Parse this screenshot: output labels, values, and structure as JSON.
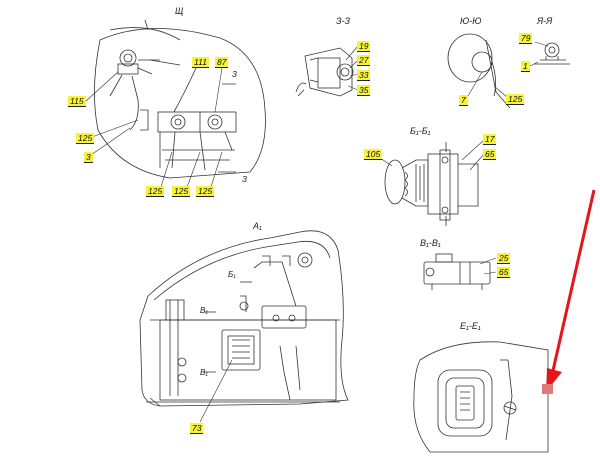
{
  "sections": {
    "sh": "Щ",
    "z": "З-З",
    "yu": "Ю-Ю",
    "ya": "Я-Я",
    "b1": "Б₁-Б₁",
    "v1": "В₁-В₁",
    "a1": "А₁",
    "e1": "Е₁-Е₁"
  },
  "marks": {
    "z_top": "З",
    "z_bot": "З",
    "b_mark": "Б₁",
    "v_top": "В₁",
    "v_bot": "В₁"
  },
  "labels": {
    "l115": "115",
    "l125a": "125",
    "l3": "3",
    "l111": "111",
    "l87": "87",
    "l125b": "125",
    "l125c": "125",
    "l125d": "125",
    "l19": "19",
    "l27": "27",
    "l33": "33",
    "l35": "35",
    "l7": "7",
    "l125e": "125",
    "l79": "79",
    "l1": "1",
    "l105": "105",
    "l17": "17",
    "l65a": "65",
    "l25": "25",
    "l65b": "65",
    "l73": "73"
  },
  "colors": {
    "label_bg": "#f7f23a",
    "line": "#333333",
    "arrow": "#e3171b",
    "marker": "#e07a7a"
  }
}
